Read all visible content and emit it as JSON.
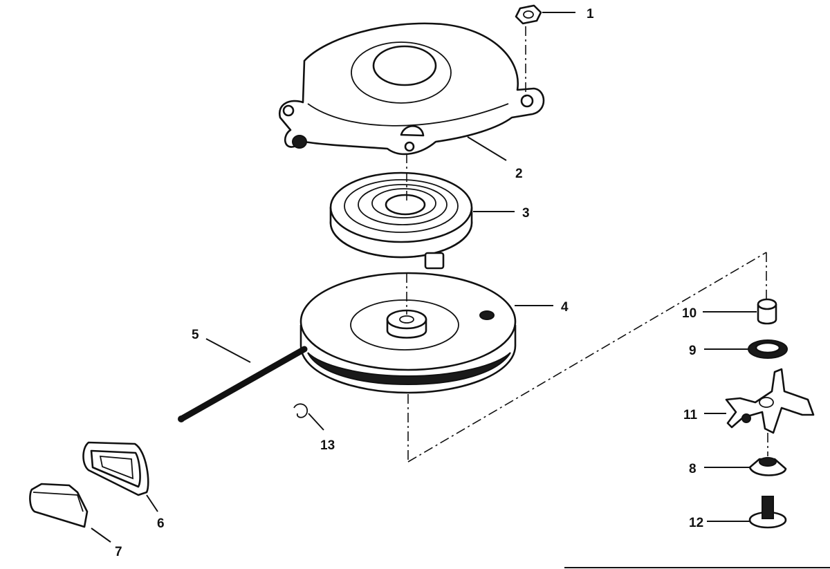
{
  "diagram": {
    "callouts": [
      {
        "id": "1",
        "text": "1"
      },
      {
        "id": "2",
        "text": "2"
      },
      {
        "id": "3",
        "text": "3"
      },
      {
        "id": "4",
        "text": "4"
      },
      {
        "id": "5",
        "text": "5"
      },
      {
        "id": "6",
        "text": "6"
      },
      {
        "id": "7",
        "text": "7"
      },
      {
        "id": "8",
        "text": "8"
      },
      {
        "id": "9",
        "text": "9"
      },
      {
        "id": "10",
        "text": "10"
      },
      {
        "id": "11",
        "text": "11"
      },
      {
        "id": "12",
        "text": "12"
      },
      {
        "id": "13",
        "text": "13"
      }
    ],
    "colors": {
      "ink": "#111111",
      "paper": "#ffffff"
    }
  }
}
